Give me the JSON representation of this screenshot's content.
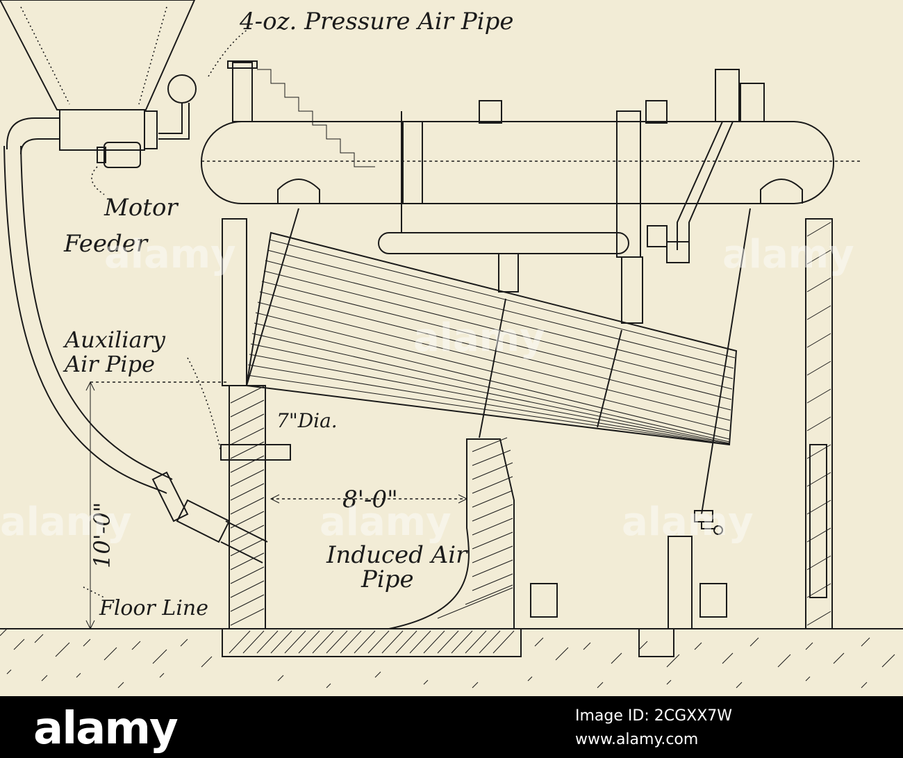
{
  "labels": {
    "pressure_pipe": "4-oz. Pressure Air Pipe",
    "motor": "Motor",
    "feeder": "Feeder",
    "auxiliary_line1": "Auxiliary",
    "auxiliary_line2": "Air Pipe",
    "diameter": "7\"Dia.",
    "width_dim": "8'-0\"",
    "induced_line1": "Induced Air",
    "induced_line2": "Pipe",
    "height_dim": "10'-0\"",
    "floor_line": "Floor Line"
  },
  "watermark": "alamy",
  "footer": {
    "brand": "alamy",
    "image_id": "Image ID: 2CGXX7W",
    "site": "www.alamy.com"
  }
}
